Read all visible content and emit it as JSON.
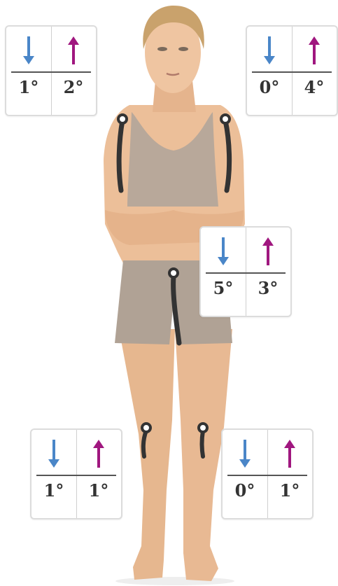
{
  "colors": {
    "down_arrow": "#4a86c8",
    "up_arrow": "#a0177f",
    "electrode": "#333333"
  },
  "icons": {
    "down": "arrow-down-icon",
    "up": "arrow-up-icon"
  },
  "cards": {
    "left_shoulder": {
      "down": "1°",
      "up": "2°"
    },
    "right_shoulder": {
      "down": "0°",
      "up": "4°"
    },
    "groin": {
      "down": "5°",
      "up": "3°"
    },
    "left_knee": {
      "down": "1°",
      "up": "1°"
    },
    "right_knee": {
      "down": "0°",
      "up": "1°"
    }
  }
}
